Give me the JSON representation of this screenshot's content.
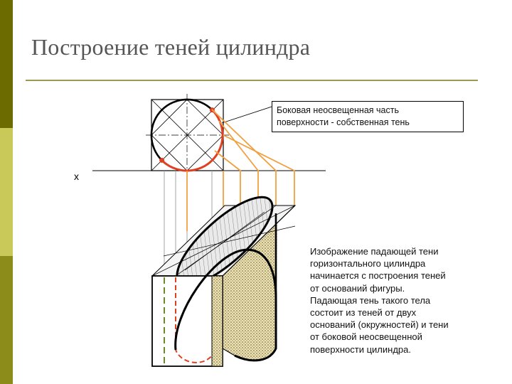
{
  "slide": {
    "title": "Построение теней  цилиндра",
    "callout": "Боковая неосвещенная часть\nповерхности - собственная тень",
    "axis_label": "x",
    "description": "Изображение падающей тени\nгоризонтального цилиндра\nначинается с построения теней\nот оснований фигуры.\nПадающая тень такого тела\nсостоит из теней от двух\nоснований (окружностей) и тени\nот боковой неосвещенной\nповерхности цилиндра."
  },
  "colors": {
    "accent_dark": "#6b6b00",
    "accent_light": "#c9c95a",
    "shadow_ray": "#f0a040",
    "own_shadow_arc": "#e04020",
    "outline": "#000000",
    "shade_fill": "#ede3b8"
  }
}
